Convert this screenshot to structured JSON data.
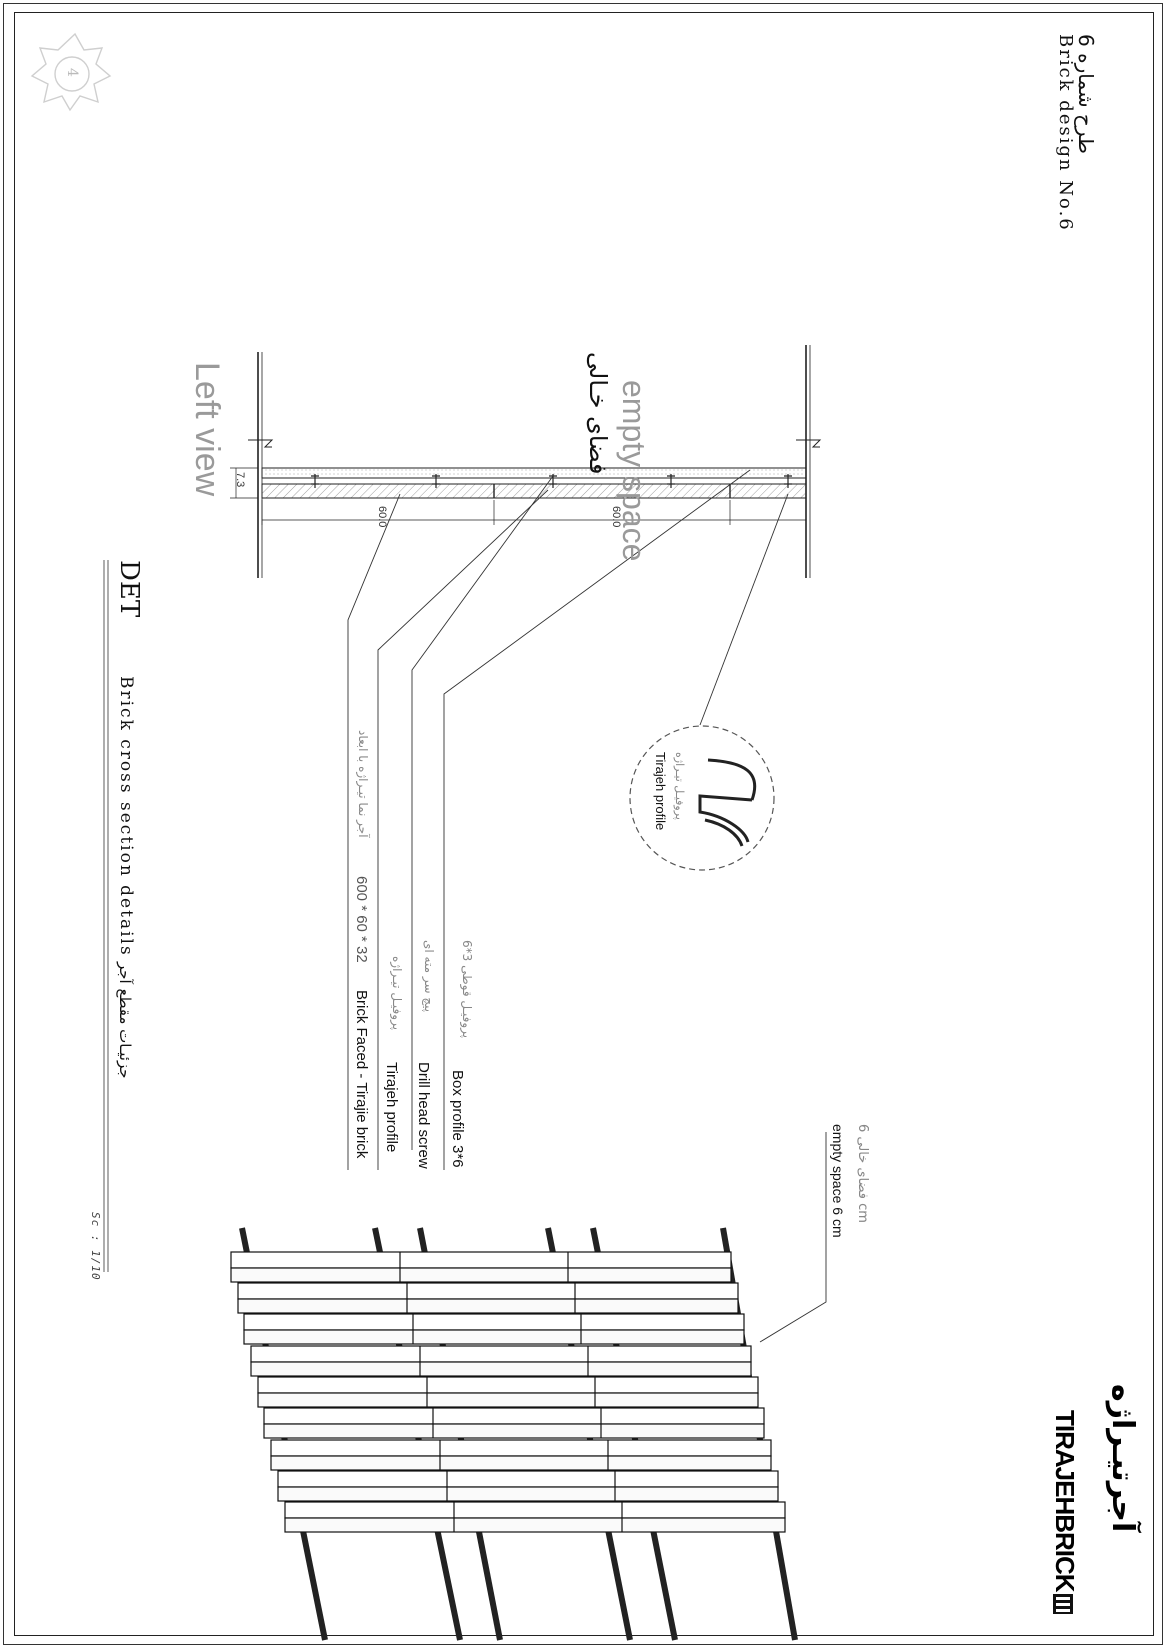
{
  "header": {
    "title_fa": "طرح شماره 6",
    "title_en": "Brick design No.6"
  },
  "sheet_badge": "4",
  "section": {
    "view_label": "Left view",
    "empty_space_fa": "فضای خـالی",
    "empty_space_en": "empty space",
    "dims": {
      "left": "60.0",
      "right": "60.0",
      "thickness": "7.3"
    }
  },
  "detail": {
    "code": "DET",
    "title_en": "Brick cross section details",
    "title_fa": "جزئیـات مقطع آجر",
    "scale": "Sc : 1/10"
  },
  "labels": [
    {
      "en": "Box profile 3*6",
      "fa": "پروفیـل قوطی 3*6"
    },
    {
      "en": "Drill head screw",
      "fa": "پیچ سر مته ای"
    },
    {
      "en": "Tirajeh profile",
      "fa": "پروفیـل تیـراژه"
    },
    {
      "en": "Brick Faced - Tirajie brick",
      "fa": "آجر نما تیـراژه با ابعاد",
      "dim": "600 * 60 * 32"
    }
  ],
  "profile_callout": {
    "en": "Tirajeh profile",
    "fa": "پروفیـل تیـراژه"
  },
  "empty_space_callout": {
    "en": "empty space  6 cm",
    "fa": "فضای خالی 6 cm"
  },
  "logo": {
    "en": "TIRAJEHBRICK",
    "fa": "آجرتیـراژه"
  }
}
